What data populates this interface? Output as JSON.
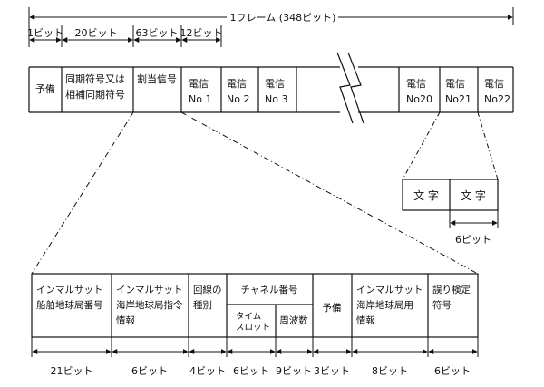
{
  "top": {
    "frame_label": "1フレーム (348ビット)",
    "bit_labels": [
      "1ビット",
      "20ビット",
      "63ビット",
      "12ビット"
    ],
    "cells": [
      {
        "lines": [
          "予備"
        ]
      },
      {
        "lines": [
          "同期符号又は",
          "相補同期符号"
        ]
      },
      {
        "lines": [
          "割当信号"
        ]
      },
      {
        "lines": [
          "電信",
          "No 1"
        ]
      },
      {
        "lines": [
          "電信",
          "No 2"
        ]
      },
      {
        "lines": [
          "電信",
          "No 3"
        ]
      },
      {
        "lines": [
          "電信",
          "No20"
        ]
      },
      {
        "lines": [
          "電信",
          "No21"
        ]
      },
      {
        "lines": [
          "電信",
          "No22"
        ]
      }
    ]
  },
  "chars": {
    "cells": [
      "文 字",
      "文 字"
    ],
    "bit_label": "6ビット"
  },
  "bottom": {
    "cells": {
      "c1": [
        "インマルサット",
        "船舶地球局番号"
      ],
      "c2": [
        "インマルサット",
        "海岸地球局指令",
        "情報"
      ],
      "c3": [
        "回線の",
        "種別"
      ],
      "c4_header": "チャネル番号",
      "c4a": [
        "タイム",
        "スロット"
      ],
      "c4b": [
        "周波数"
      ],
      "c5": [
        "予備"
      ],
      "c6": [
        "インマルサット",
        "海岸地球局用",
        "情報"
      ],
      "c7": [
        "誤り検定",
        "符号"
      ]
    },
    "bit_labels": [
      "21ビット",
      "6ビット",
      "4ビット",
      "6ビット",
      "9ビット",
      "3ビット",
      "8ビット",
      "6ビット"
    ]
  }
}
